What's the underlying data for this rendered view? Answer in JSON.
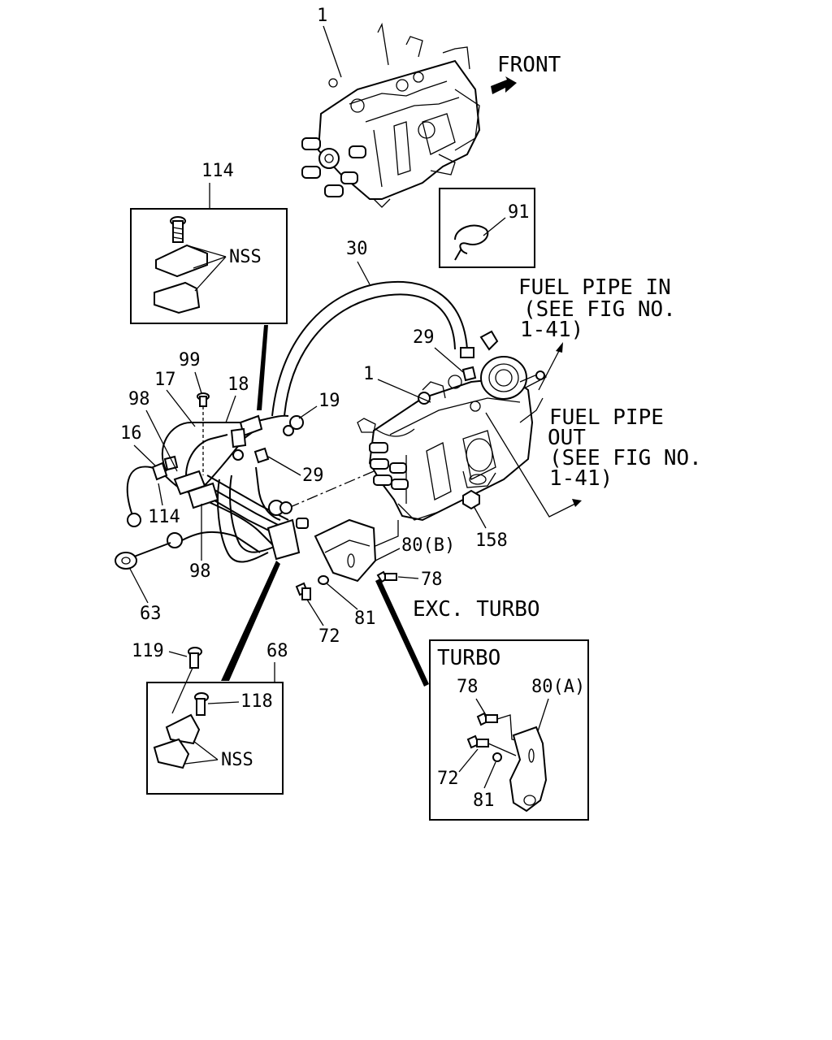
{
  "labels": {
    "front": "FRONT",
    "fuel_pipe_in_1": "FUEL PIPE IN",
    "fuel_pipe_in_2": "(SEE FIG NO.",
    "fuel_pipe_in_3": "1-41)",
    "fuel_pipe_out_1": "FUEL PIPE",
    "fuel_pipe_out_2": "OUT",
    "fuel_pipe_out_3": "(SEE FIG NO.",
    "fuel_pipe_out_4": "1-41)",
    "exc_turbo": "EXC. TURBO",
    "turbo_title": "TURBO",
    "nss_a": "NSS",
    "nss_b": "NSS"
  },
  "callouts": {
    "p1_top": "1",
    "p1_mid": "1",
    "p114_box": "114",
    "p114_low": "114",
    "p91": "91",
    "p30": "30",
    "p29_top": "29",
    "p29_mid": "29",
    "p99": "99",
    "p17": "17",
    "p18": "18",
    "p19": "19",
    "p98_upper": "98",
    "p98_lower": "98",
    "p16": "16",
    "p63": "63",
    "p80b": "80(B)",
    "p158": "158",
    "p78": "78",
    "p81": "81",
    "p72": "72",
    "p119": "119",
    "p68": "68",
    "p118": "118",
    "t78": "78",
    "t80a": "80(A)",
    "t72": "72",
    "t81": "81"
  }
}
